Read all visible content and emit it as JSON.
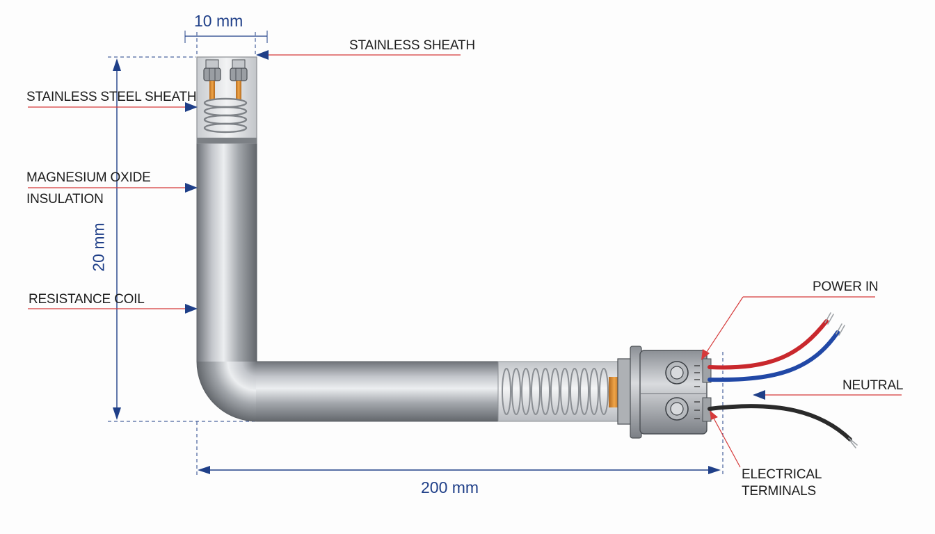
{
  "dimensions": {
    "width": "10 mm",
    "height": "20 mm",
    "length": "200 mm"
  },
  "labels": {
    "top_sheath": "STAINLESS SHEATH",
    "steel_sheath": "STAINLESS STEEL SHEATH",
    "mgo_line1": "MAGNESIUM OXIDE",
    "mgo_line2": "INSULATION",
    "resistance_coil": "RESISTANCE COIL",
    "power_in": "POWER IN",
    "neutral": "NEUTRAL",
    "terminals_line1": "ELECTRICAL",
    "terminals_line2": "TERMINALS"
  },
  "colors": {
    "dimension": "#1f3f88",
    "leader": "#d63a3a",
    "wire_power": "#c9282d",
    "wire_neutral_blue": "#2148a6",
    "wire_ground": "#2a2a2a",
    "copper": "#d88a2c"
  }
}
